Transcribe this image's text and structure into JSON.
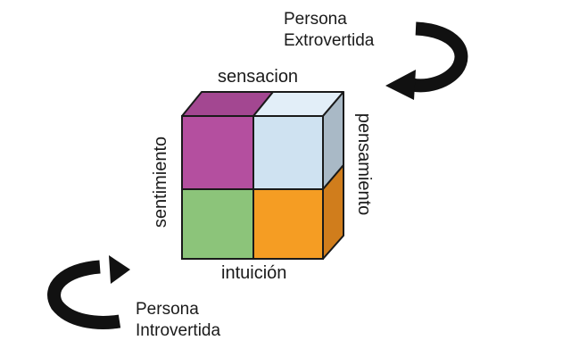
{
  "labels": {
    "top": "sensacion",
    "bottom": "intuición",
    "left": "sentimiento",
    "right": "pensamiento"
  },
  "personas": {
    "extrovertida": {
      "line1": "Persona",
      "line2": "Extrovertida"
    },
    "introvertida": {
      "line1": "Persona",
      "line2": "Introvertida"
    }
  },
  "colors": {
    "sentimiento_front": "#b44f9f",
    "sentimiento_top": "#a34791",
    "sensacion_front": "#cfe2f1",
    "sensacion_top": "#e2eef8",
    "pensamiento_side": "#a9b9c6",
    "intuicion_front": "#f59d23",
    "intuicion_side": "#d07d1c",
    "green_front": "#8cc47a",
    "edge": "#1a1a1a",
    "arrow": "#111111"
  }
}
